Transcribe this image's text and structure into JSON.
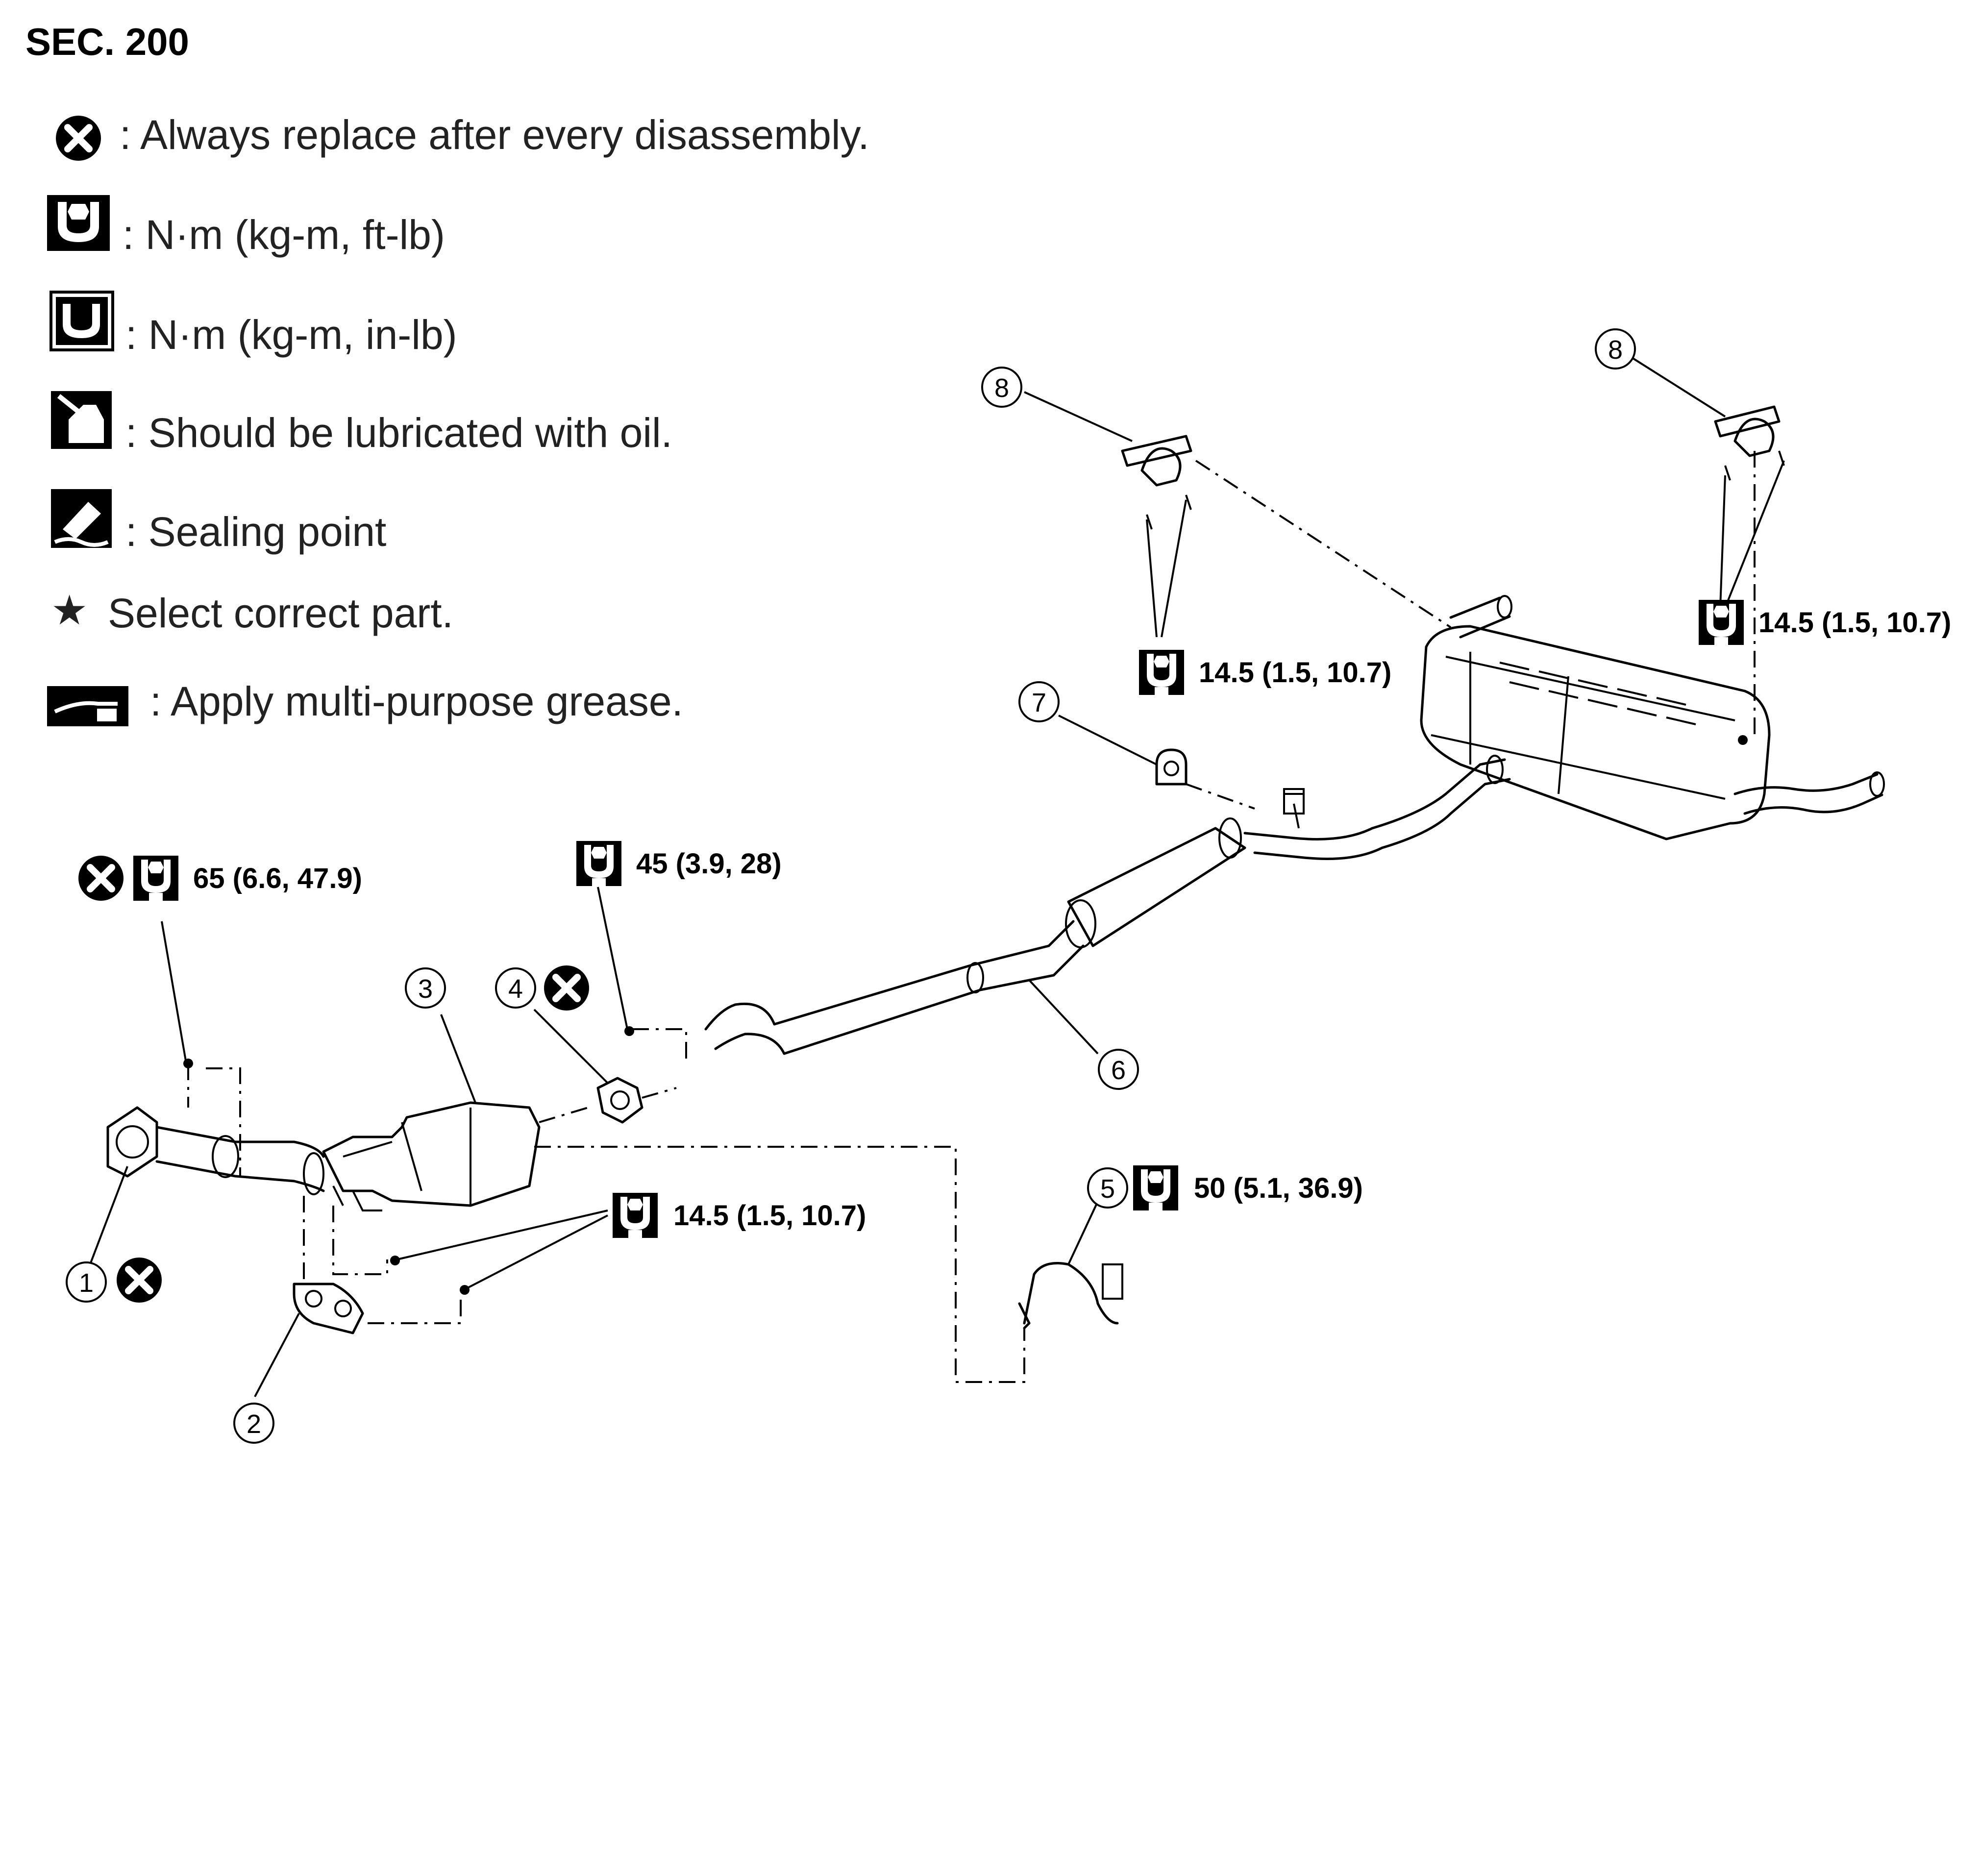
{
  "section": "SEC. 200",
  "legend": [
    {
      "icon": "always-replace-icon",
      "text": ": Always replace after every disassembly."
    },
    {
      "icon": "torque-ft-lb-icon",
      "text": ": N·m (kg-m, ft-lb)"
    },
    {
      "icon": "torque-in-lb-icon",
      "text": ": N·m (kg-m, in-lb)"
    },
    {
      "icon": "oil-can-icon",
      "text": ": Should be lubricated with oil."
    },
    {
      "icon": "sealing-point-icon",
      "text": ": Sealing point"
    },
    {
      "icon": "star-icon",
      "text": "Select correct part."
    },
    {
      "icon": "grease-icon",
      "text": ": Apply multi-purpose grease."
    }
  ],
  "star_glyph": "★",
  "torque_specs": {
    "front_nuts": "65 (6.6, 47.9)",
    "center_flange": "45 (3.9, 28)",
    "bracket_bolts": "14.5 (1.5, 10.7)",
    "sensor": "50 (5.1, 36.9)",
    "hanger_left": "14.5 (1.5, 10.7)",
    "hanger_right": "14.5 (1.5, 10.7)"
  },
  "callouts": {
    "c1": "1",
    "c2": "2",
    "c3": "3",
    "c4": "4",
    "c5": "5",
    "c6": "6",
    "c7": "7",
    "c8a": "8",
    "c8b": "8"
  },
  "colors": {
    "line": "#000000",
    "background": "#ffffff",
    "legend_text": "#222222"
  }
}
